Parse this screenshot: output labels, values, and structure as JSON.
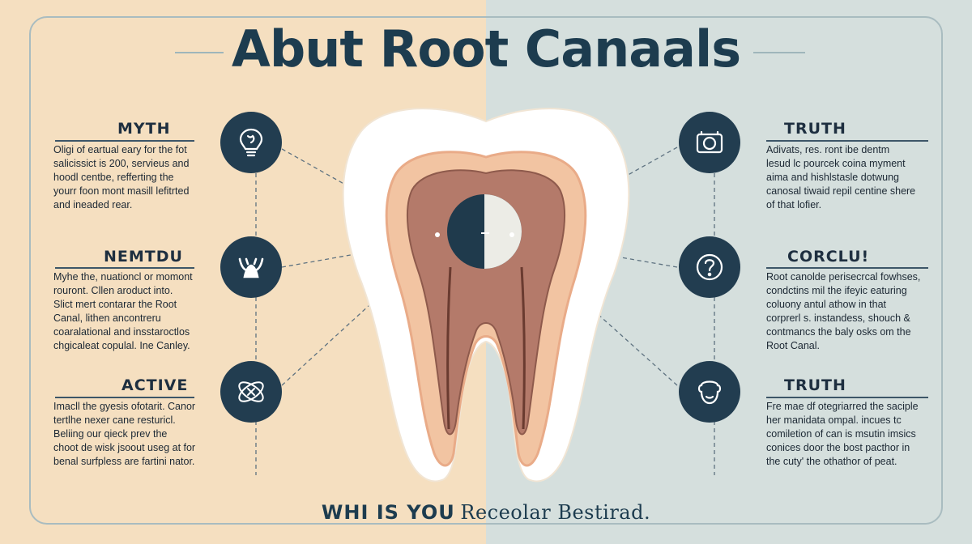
{
  "title": "Abut Root Canaals",
  "left": [
    {
      "heading": "MYTH",
      "icon": "lightbulb-icon",
      "lines": [
        "Oligi of eartual eary for the fot",
        "salicissict is 200, servieus and",
        "hoodl centbe, refferting the",
        "yourr foon mont masill lefitrted",
        "and ineaded rear."
      ]
    },
    {
      "heading": "NEMTDU",
      "icon": "tooth-icon",
      "lines": [
        "Myhe the, nuationcl or momont",
        "rouront. Cllen aroduct into.",
        "Slict mert contarar the Root",
        "Canal, lithen ancontreru",
        "coaralational and insstaroctlos",
        "chgicaleat copulal. Ine Canley."
      ]
    },
    {
      "heading": "ACTIVE",
      "icon": "atom-icon",
      "lines": [
        "Imacll the gyesis ofotarit. Canor",
        "tertlhe nexer cane resturicl.",
        "Beliing our qieck prev the",
        "choot de wisk jsoout useg at for",
        "benal surfpless are fartini nator."
      ]
    }
  ],
  "right": [
    {
      "heading": "TRUTH",
      "icon": "camera-icon",
      "lines": [
        "Adivats, res. ront ibe dentm",
        "lesud lc pourcek coina myment",
        "aima and hishlstasle dotwung",
        "canosal tiwaid repil centine shere",
        "of that lofier."
      ]
    },
    {
      "heading": "CORCLU!",
      "icon": "question-icon",
      "lines": [
        "Root canolde perisecrcal fowhses,",
        "condctins mil the ifeyic eaturing",
        "coluony antul athow in that",
        "corprerl s. instandess, shouch &",
        "contmancs the baly osks om the",
        "Root Canal."
      ]
    },
    {
      "heading": "TRUTH",
      "icon": "face-icon",
      "lines": [
        "Fre mae df otegriarred the saciple",
        "her manidata ompal. incues tc",
        "comiletion of can is msutin imsics",
        "conices door the bost pacthor in",
        "the cuty' the othathor of peat."
      ]
    }
  ],
  "footer": {
    "part1": "WHI IS YOU",
    "part2": "Receolar Bestirad."
  },
  "colors": {
    "left_bg": "#f5dfc0",
    "right_bg": "#d5dfdd",
    "navy": "#223d50",
    "pulp": "#c2846f"
  }
}
